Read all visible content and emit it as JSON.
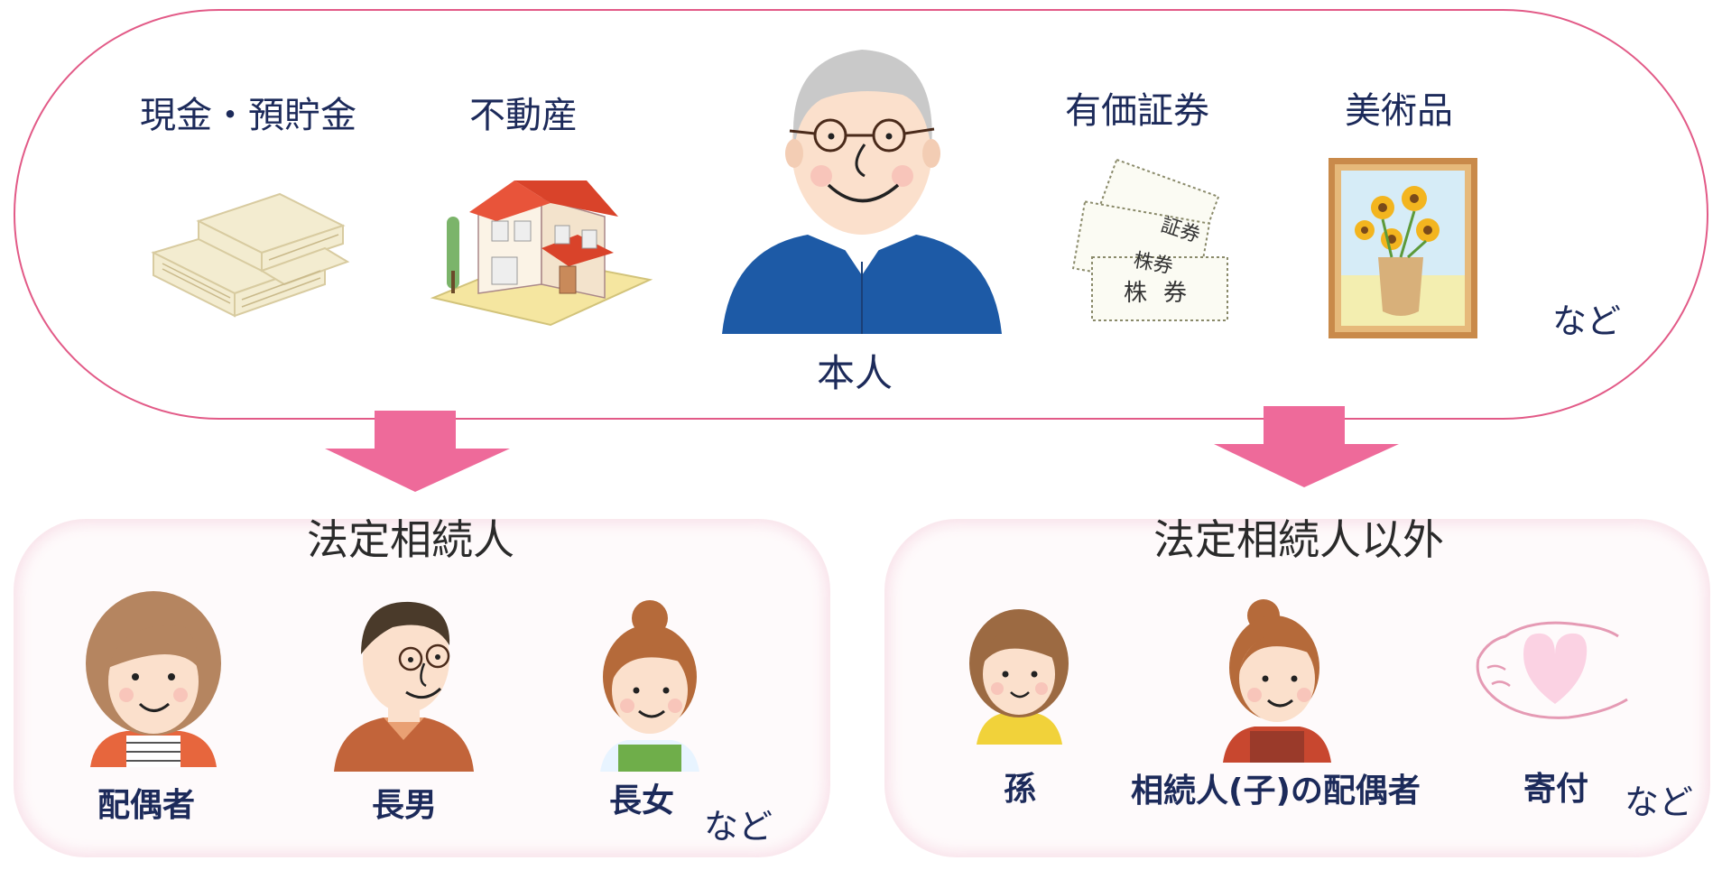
{
  "estate": {
    "person_label": "本人",
    "assets": [
      {
        "id": "cash",
        "label": "現金・預貯金"
      },
      {
        "id": "realestate",
        "label": "不動産"
      },
      {
        "id": "securities",
        "label": "有価証券"
      },
      {
        "id": "art",
        "label": "美術品"
      }
    ],
    "etc_label": "など",
    "securities_texts": [
      "株券",
      "株券",
      "証券"
    ]
  },
  "legal_heirs": {
    "heading": "法定相続人",
    "members": [
      {
        "id": "spouse",
        "label": "配偶者"
      },
      {
        "id": "eldest_son",
        "label": "長男"
      },
      {
        "id": "eldest_daughter",
        "label": "長女"
      }
    ],
    "etc_label": "など"
  },
  "non_heirs": {
    "heading": "法定相続人以外",
    "members": [
      {
        "id": "grandchild",
        "label": "孫"
      },
      {
        "id": "child_spouse",
        "label": "相続人(子)の配偶者"
      },
      {
        "id": "donation",
        "label": "寄付"
      }
    ],
    "etc_label": "など"
  },
  "colors": {
    "border": "#e25a87",
    "arrow": "#ee6a9a",
    "text": "#1c2a5a",
    "jacket": "#1d5aa6"
  }
}
